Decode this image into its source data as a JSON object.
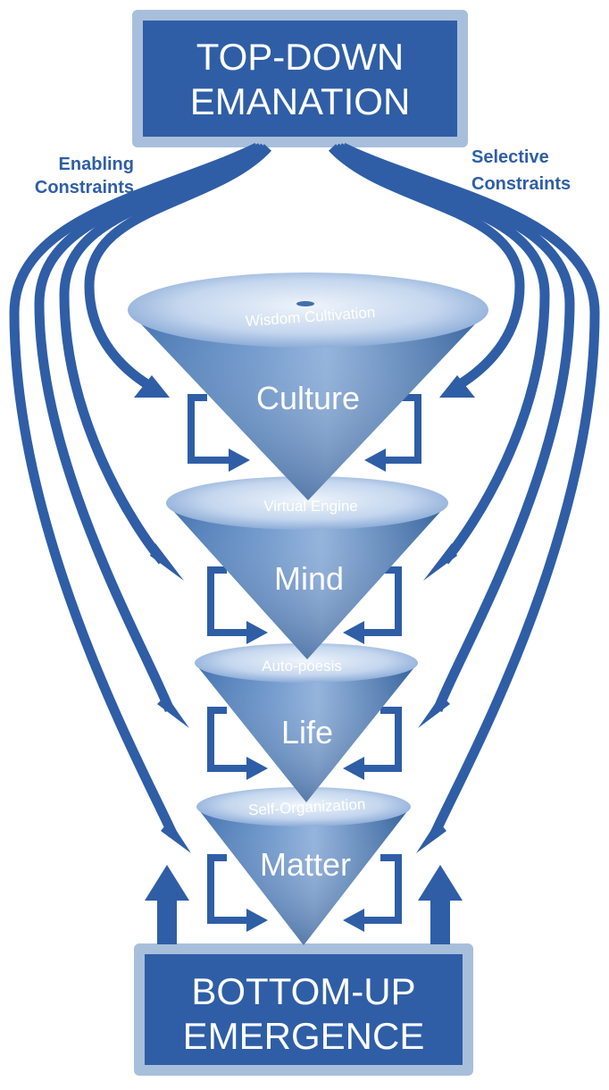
{
  "top_box": {
    "line1": "TOP-DOWN",
    "line2": "EMANATION"
  },
  "bottom_box": {
    "line1": "BOTTOM-UP",
    "line2": "EMERGENCE"
  },
  "left_label": {
    "line1": "Enabling",
    "line2": "Constraints"
  },
  "right_label": {
    "line1": "Selective",
    "line2": "Constraints"
  },
  "levels": [
    {
      "name": "Culture",
      "process": "Wisdom Cultivation"
    },
    {
      "name": "Mind",
      "process": "Virtual Engine"
    },
    {
      "name": "Life",
      "process": "Auto-poesis"
    },
    {
      "name": "Matter",
      "process": "Self-Organization"
    }
  ],
  "colors": {
    "primary": "#2f5ea6",
    "box_border": "#a8bfdc",
    "cone_light": "#c9d9ef",
    "cone_dark": "#2e5d99"
  }
}
